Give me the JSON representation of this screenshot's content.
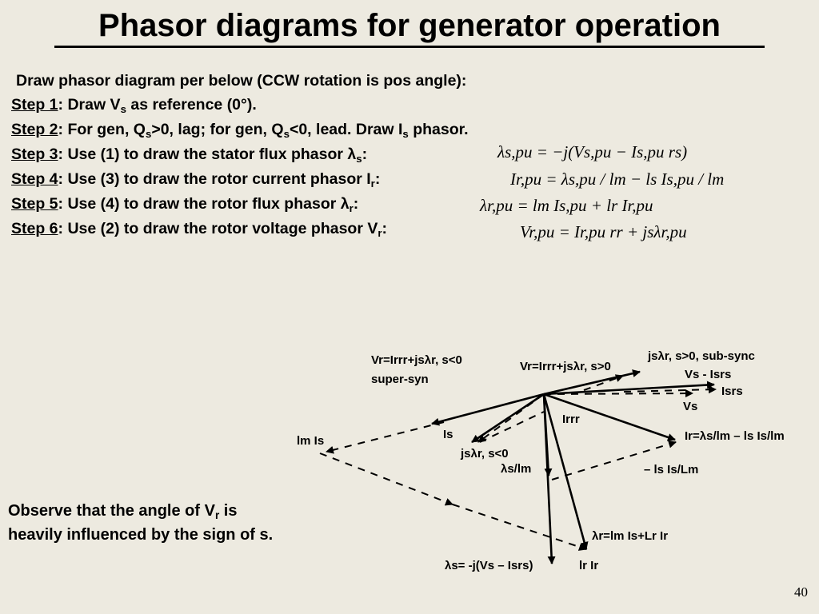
{
  "title": "Phasor diagrams for generator operation",
  "intro": "Draw phasor diagram per below (CCW rotation is pos angle):",
  "steps": [
    {
      "label": "Step 1",
      "text": ": Draw V",
      "sub": "s",
      "tail": " as reference (0°)."
    },
    {
      "label": "Step 2",
      "text": ": For gen, Q",
      "sub": "s",
      "text2": ">0, lag; for gen, Q",
      "sub2": "s",
      "text3": "<0, lead. Draw I",
      "sub3": "s",
      "tail": " phasor."
    },
    {
      "label": "Step 3",
      "text": ": Use (1) to draw the stator flux phasor λ",
      "sub": "s",
      "tail": ":"
    },
    {
      "label": "Step 4",
      "text": ": Use (3) to draw the rotor current phasor I",
      "sub": "r",
      "tail": ":"
    },
    {
      "label": "Step 5",
      "text": ": Use (4) to draw the rotor flux phasor λ",
      "sub": "r",
      "tail": ":"
    },
    {
      "label": "Step 6",
      "text": ": Use (2) to draw the rotor voltage phasor V",
      "sub": "r",
      "tail": ":"
    }
  ],
  "equations": {
    "eq3": "λs,pu = −j(Vs,pu − Is,pu rs)",
    "eq4": "Ir,pu = λs,pu / lm − ls Is,pu / lm",
    "eq5": "λr,pu = lm Is,pu + lr Ir,pu",
    "eq6": "Vr,pu = Ir,pu rr + jsλr,pu"
  },
  "diagram_labels": {
    "vr_super": "Vr=Irrr+jsλr, s<0",
    "super_syn": "super-syn",
    "vr_sub": "Vr=Irrr+jsλr, s>0",
    "jslr_pos": "jsλr, s>0, sub-sync",
    "vs_minus": "Vs - Isrs",
    "isrs": "Isrs",
    "vs": "Vs",
    "irrr": "Irrr",
    "ir_eq": "Ir=λs/lm – ls Is/lm",
    "neg_ls": "– ls Is/Lm",
    "is": "Is",
    "jslr_neg": "jsλr, s<0",
    "ls_lm": "λs/lm",
    "lm_is": "lm Is",
    "lr_eq": "λr=lm Is+Lr Ir",
    "lr_ir": "lr Ir",
    "ls_eq": "λs= -j(Vs – Isrs)"
  },
  "observe_line1": "Observe that the angle of V",
  "observe_sub": "r",
  "observe_tail": " is",
  "observe_line2": "heavily influenced by the sign of s.",
  "page_number": "40"
}
